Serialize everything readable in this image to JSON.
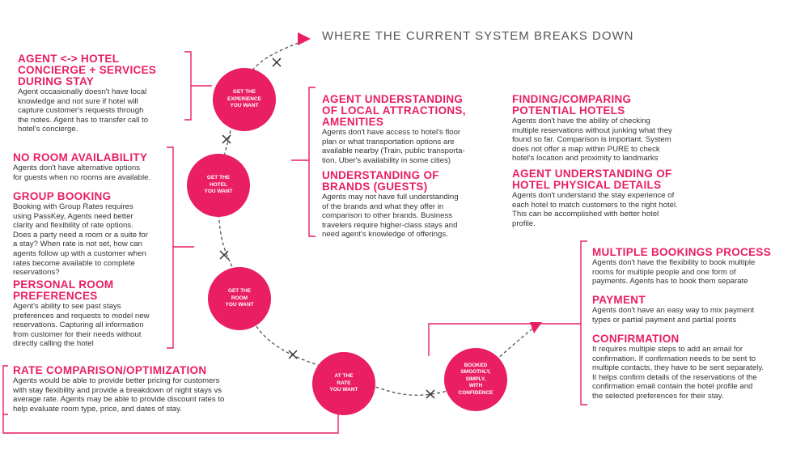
{
  "title": "WHERE THE CURRENT SYSTEM BREAKS DOWN",
  "colors": {
    "accent": "#e91e63",
    "text": "#333333",
    "line": "#555555"
  },
  "stages": [
    {
      "label": "GET THE\nEXPERIENCE\nYOU WANT"
    },
    {
      "label": "GET THE\nHOTEL\nYOU WANT"
    },
    {
      "label": "GET THE\nROOM\nYOU WANT"
    },
    {
      "label": "AT THE\nRATE\nYOU WANT"
    },
    {
      "label": "BOOKED\nSMOOTHLY,\nSIMPLY,\nWITH\nCONFIDENCE"
    }
  ],
  "left_top": [
    {
      "heading": "AGENT <-> HOTEL\nCONCIERGE + SERVICES\nDURING STAY",
      "body": "Agent occasionally doesn't have local\nknowledge and not sure if hotel will\ncapture customer's requests through\nthe notes. Agent has to transfer call to\nhotel's concierge."
    }
  ],
  "left_middle": [
    {
      "heading": "NO ROOM AVAILABILITY",
      "body": "Agents don't have alternative options\nfor guests when no rooms are available."
    },
    {
      "heading": "GROUP BOOKING",
      "body": "Booking with Group Rates requires\nusing PassKey, Agents need better\nclarity and flexibility of rate options.\nDoes a party need a room or a suite for\na stay? When rate is not set, how can\nagents follow up with a customer when\nrates become available to complete\nreservations?"
    },
    {
      "heading": "PERSONAL ROOM\nPREFERENCES",
      "body": "Agent's ability to see past stays\npreferences and requests to model new\nreservations. Capturing all information\nfrom customer for their needs without\ndirectly calling the hotel"
    }
  ],
  "left_bottom": [
    {
      "heading": "RATE COMPARISON/OPTIMIZATION",
      "body": "Agents would be able to provide better pricing for customers\nwith stay flexibility and provide a breakdown of night stays vs\naverage rate. Agents may be able to provide discount rates to\nhelp evaluate room type, price, and dates of stay."
    }
  ],
  "center_column": [
    {
      "heading": "AGENT UNDERSTANDING\nOF LOCAL ATTRACTIONS,\nAMENITIES",
      "body": "Agents don't have access to hotel's floor\nplan or what transportation options are\navailable nearby (Train, public transporta-\ntion, Uber's availability in some cities)"
    },
    {
      "heading": "UNDERSTANDING OF\nBRANDS (GUESTS)",
      "body": "Agents may not have full understanding\nof the brands and what they offer in\ncomparison to other brands. Business\ntravelers require higher-class stays and\nneed agent's knowledge of offerings."
    }
  ],
  "right_column": [
    {
      "heading": "FINDING/COMPARING\nPOTENTIAL HOTELS",
      "body": "Agents don't have the ability of checking\nmultiple reservations without junking what they\nfound so far. Comparison is important. System\ndoes not offer a map within PURE to check\nhotel's location and proximity to landmarks"
    },
    {
      "heading": "AGENT UNDERSTANDING OF\nHOTEL PHYSICAL DETAILS",
      "body": "Agents don't understand the stay experience of\neach hotel to match customers to the right hotel.\nThis can be accomplished with better hotel\nprofile."
    }
  ],
  "right_bottom": [
    {
      "heading": "MULTIPLE BOOKINGS PROCESS",
      "body": "Agents don't have the flexibility to book multiple\nrooms for multiple people and one form of\npayments. Agents has to book them separate"
    },
    {
      "heading": "PAYMENT",
      "body": "Agents don't have an easy way to mix payment\ntypes or partial payment and partial points"
    },
    {
      "heading": "CONFIRMATION",
      "body": "It requires multiple steps to add an email for\nconfirmation. If confirmation needs to be sent to\nmultiple contacts, they have to be sent separately.\nIt helps confirm details of the reservations of the\nconfirmation email contain the hotel profile and\nthe selected preferences for their stay."
    }
  ]
}
